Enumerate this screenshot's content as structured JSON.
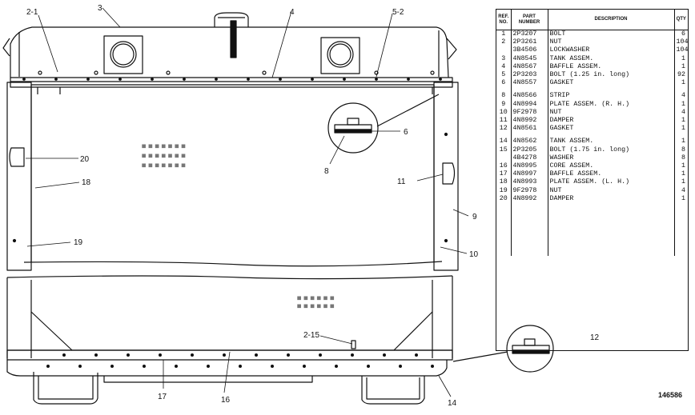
{
  "drawing_number": "146586",
  "callouts": {
    "c2_1": "2-1",
    "c3": "3",
    "c4": "4",
    "c5_2": "5-2",
    "c6": "6",
    "c8": "8",
    "c20": "20",
    "c18": "18",
    "c11": "11",
    "c9": "9",
    "c19": "19",
    "c10": "10",
    "c12": "12",
    "c2_15": "2-15",
    "c17": "17",
    "c16": "16",
    "c14": "14"
  },
  "table": {
    "headers": {
      "ref_no": "REF. NO.",
      "part_number": "PART NUMBER",
      "description": "DESCRIPTION",
      "qty": "QTY"
    },
    "rows": [
      {
        "ref": "1",
        "part": "2P3207",
        "desc": "BOLT",
        "qty": "6"
      },
      {
        "ref": "2",
        "part": "2P3261",
        "desc": "NUT",
        "qty": "104"
      },
      {
        "ref": "",
        "part": "3B4506",
        "desc": "LOCKWASHER",
        "qty": "104"
      },
      {
        "ref": "3",
        "part": "4N8545",
        "desc": "TANK ASSEM.",
        "qty": "1"
      },
      {
        "ref": "4",
        "part": "4N8567",
        "desc": "BAFFLE ASSEM.",
        "qty": "1"
      },
      {
        "ref": "5",
        "part": "2P3203",
        "desc": "BOLT (1.25 in. long)",
        "qty": "92"
      },
      {
        "ref": "6",
        "part": "4N8557",
        "desc": "GASKET",
        "qty": "1"
      },
      {
        "ref": "8",
        "part": "4N8566",
        "desc": "STRIP",
        "qty": "4"
      },
      {
        "ref": "9",
        "part": "4N8994",
        "desc": "PLATE ASSEM. (R. H.)",
        "qty": "1"
      },
      {
        "ref": "10",
        "part": "9F2978",
        "desc": "NUT",
        "qty": "4"
      },
      {
        "ref": "11",
        "part": "4N8992",
        "desc": "DAMPER",
        "qty": "1"
      },
      {
        "ref": "12",
        "part": "4N8561",
        "desc": "GASKET",
        "qty": "1"
      },
      {
        "ref": "14",
        "part": "4N8562",
        "desc": "TANK ASSEM.",
        "qty": "1"
      },
      {
        "ref": "15",
        "part": "2P3205",
        "desc": "BOLT (1.75 in. long)",
        "qty": "8"
      },
      {
        "ref": "",
        "part": "4B4278",
        "desc": "WASHER",
        "qty": "8"
      },
      {
        "ref": "16",
        "part": "4N8995",
        "desc": "CORE ASSEM.",
        "qty": "1"
      },
      {
        "ref": "17",
        "part": "4N8997",
        "desc": "BAFFLE ASSEM.",
        "qty": "1"
      },
      {
        "ref": "18",
        "part": "4N8993",
        "desc": "PLATE ASSEM. (L. H.)",
        "qty": "1"
      },
      {
        "ref": "19",
        "part": "9F2978",
        "desc": "NUT",
        "qty": "4"
      },
      {
        "ref": "20",
        "part": "4N8992",
        "desc": "DAMPER",
        "qty": "1"
      }
    ]
  }
}
